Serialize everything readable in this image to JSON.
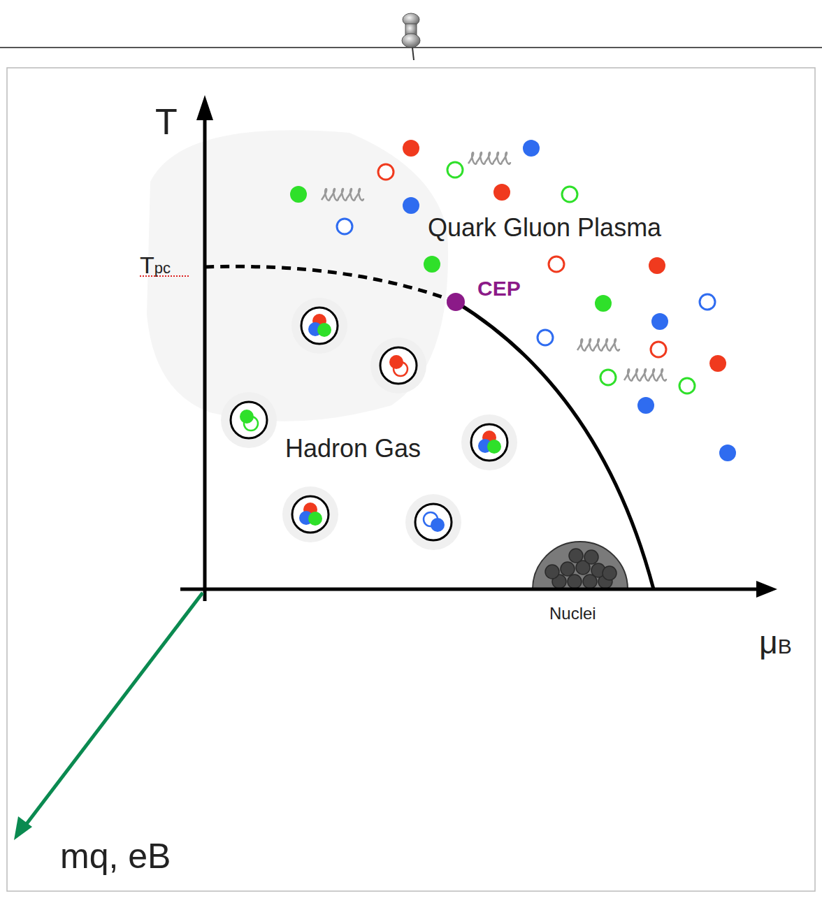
{
  "diagram": {
    "labels": [
      "T",
      "Tpc",
      "Quark Gluon Plasma",
      "CEP",
      "Hadron Gas",
      "Nuclei",
      "μB",
      "mq, eB"
    ]
  }
}
